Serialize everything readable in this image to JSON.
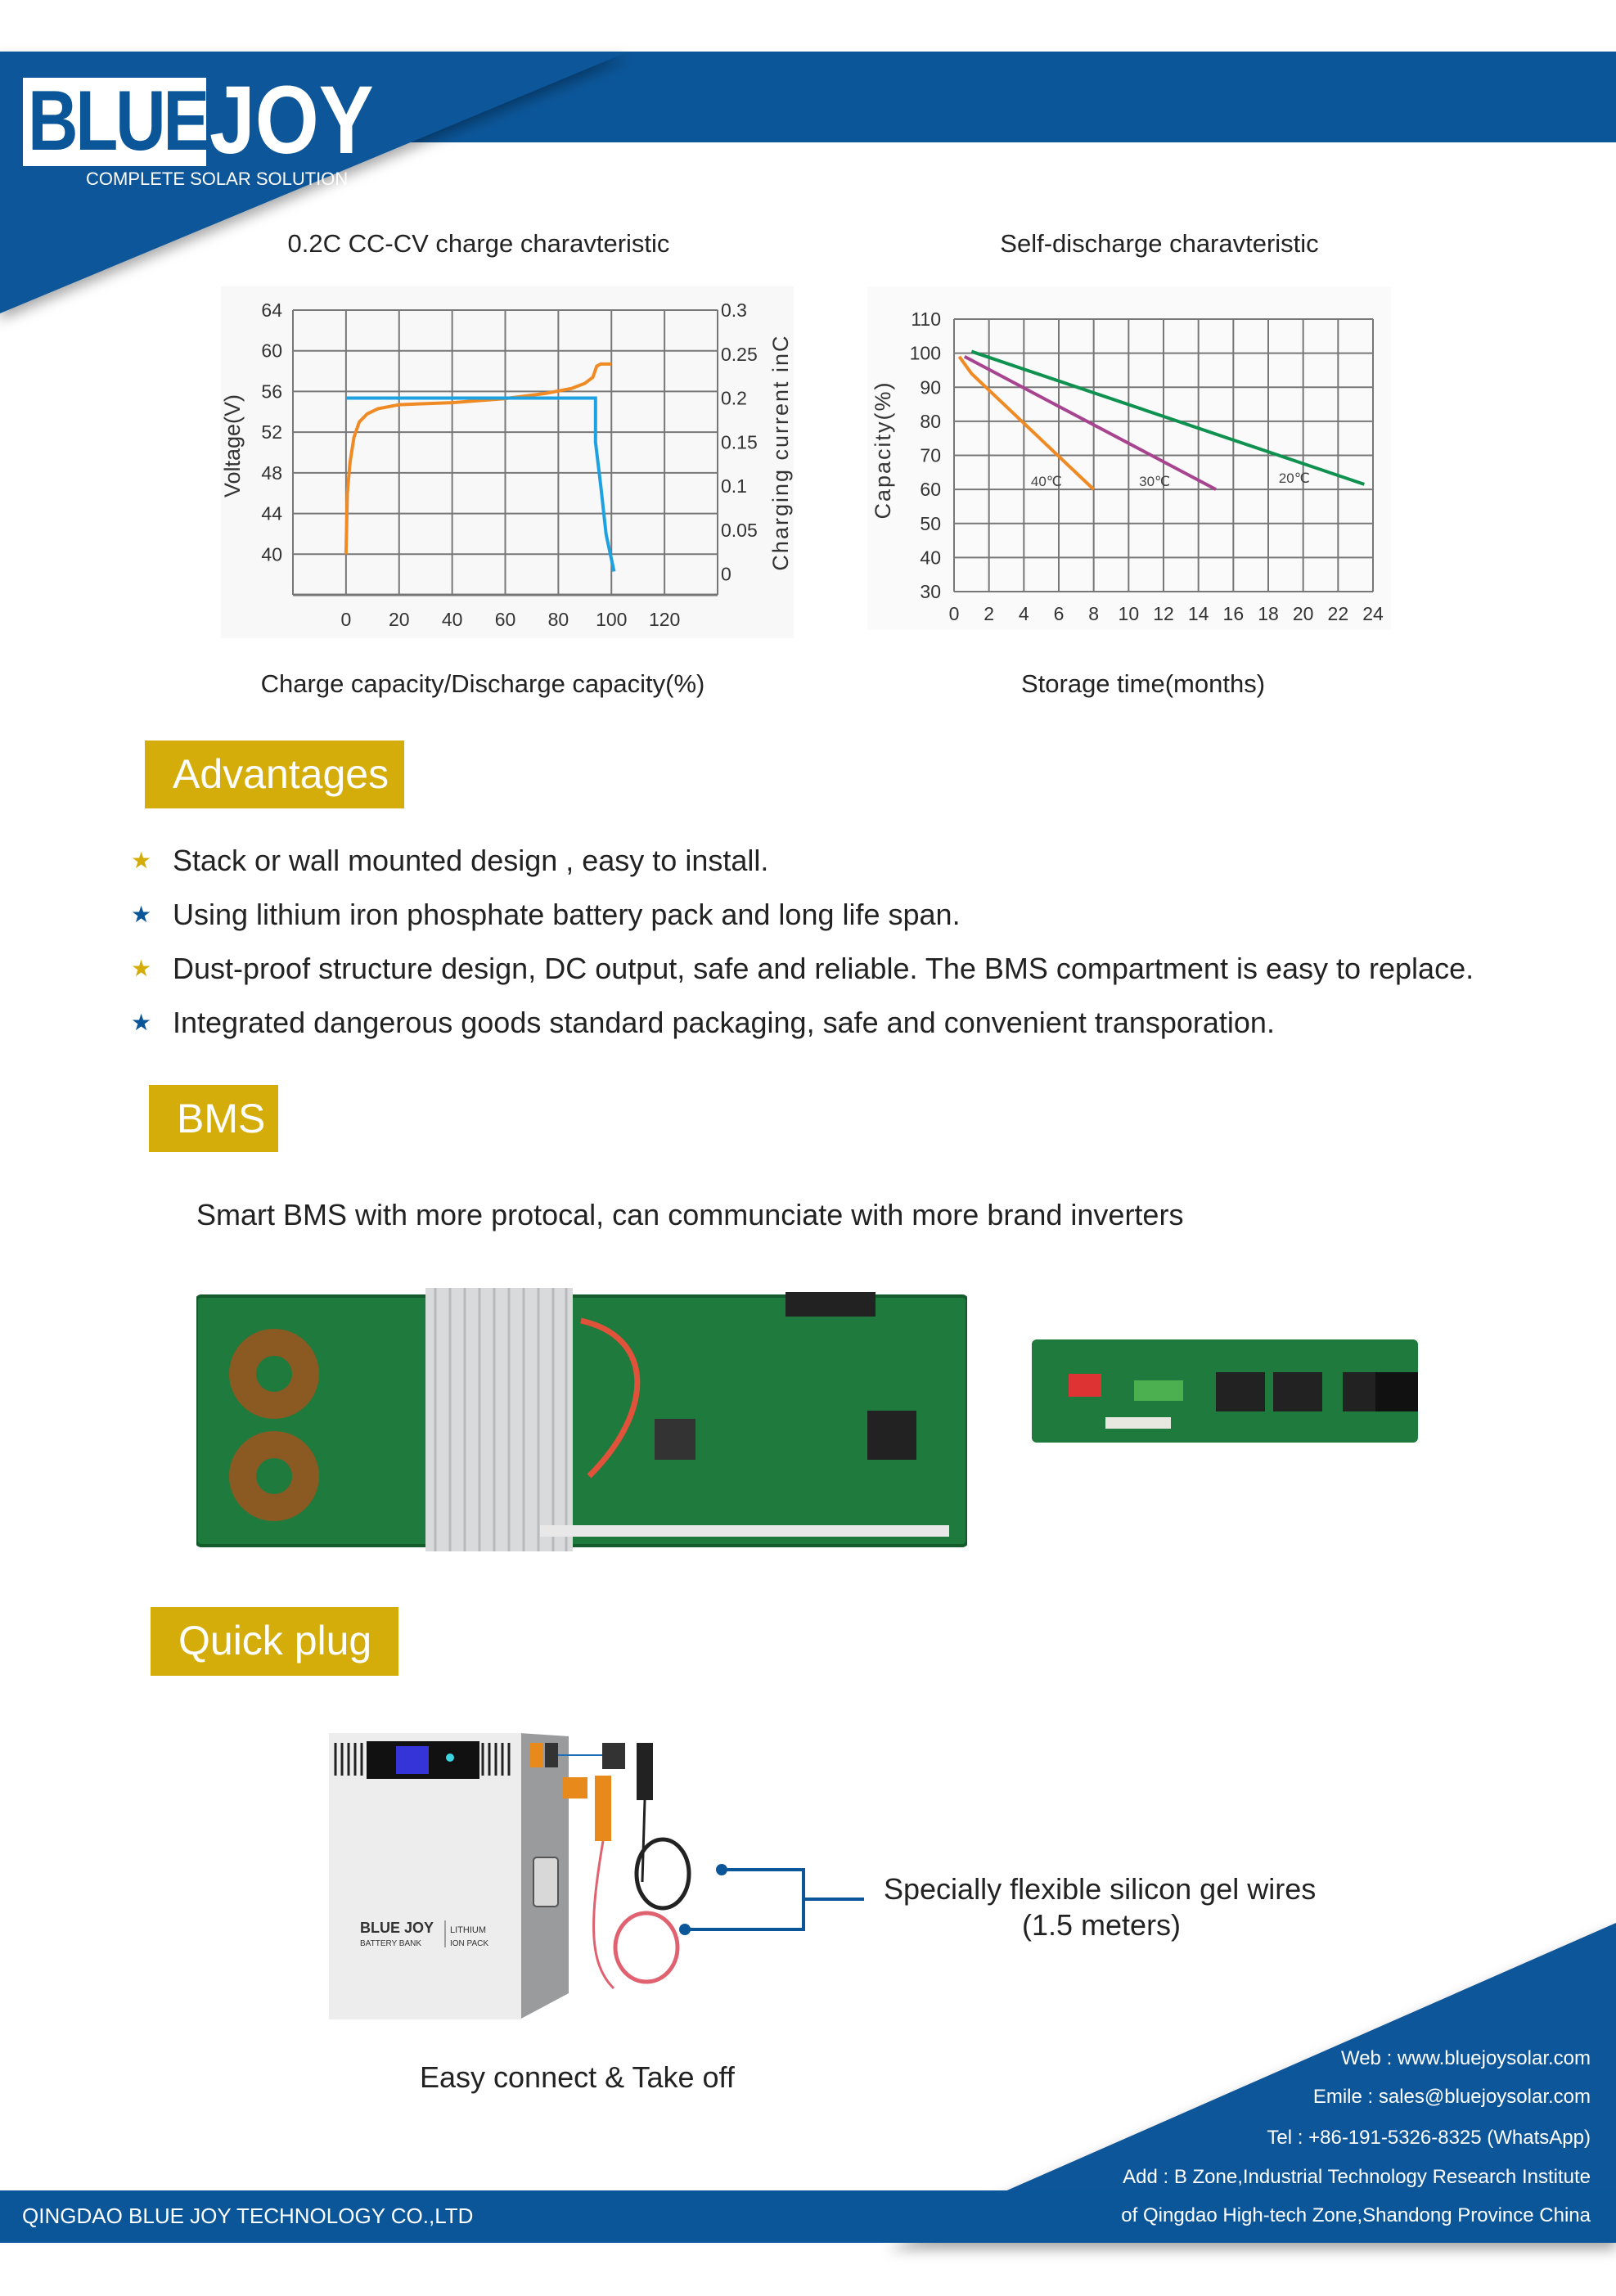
{
  "brand": {
    "name_part1": "BLUE",
    "name_part2": "JOY",
    "tagline": "COMPLETE SOLAR SOLUTION",
    "primary_color": "#0b5699",
    "accent_color": "#d5ad0a"
  },
  "chart_data": [
    {
      "type": "line",
      "title": "0.2C CC-CV charge charavteristic",
      "xlabel": "Charge capacity/Discharge capacity(%)",
      "ylabel": "Voltage(V)",
      "y2label": "Charging current inC",
      "x_ticks": [
        "0",
        "20",
        "40",
        "60",
        "80",
        "100",
        "120"
      ],
      "y_ticks": [
        "64",
        "60",
        "56",
        "52",
        "48",
        "44",
        "40"
      ],
      "y2_ticks": [
        "0.3",
        "0.25",
        "0.2",
        "0.15",
        "0.1",
        "0.05",
        "0"
      ],
      "xlim": [
        -20,
        140
      ],
      "ylim": [
        36,
        64
      ],
      "y2lim": [
        -0.0236,
        0.3
      ],
      "grid": true,
      "series": [
        {
          "name": "Voltage",
          "axis": "left",
          "color": "#f08a24",
          "points": [
            [
              0,
              40
            ],
            [
              0.5,
              46
            ],
            [
              1.5,
              49
            ],
            [
              3,
              51.5
            ],
            [
              5,
              53
            ],
            [
              8,
              53.8
            ],
            [
              12,
              54.3
            ],
            [
              20,
              54.7
            ],
            [
              40,
              54.9
            ],
            [
              60,
              55.3
            ],
            [
              75,
              55.8
            ],
            [
              85,
              56.3
            ],
            [
              90,
              56.8
            ],
            [
              93,
              57.4
            ],
            [
              94.5,
              58.5
            ],
            [
              96,
              58.7
            ],
            [
              100,
              58.7
            ]
          ]
        },
        {
          "name": "Charging current",
          "axis": "right",
          "color": "#1ea1e0",
          "points": [
            [
              0,
              0.2
            ],
            [
              94,
              0.2
            ],
            [
              94,
              0.15
            ],
            [
              96,
              0.1
            ],
            [
              98,
              0.045
            ],
            [
              101,
              0.003
            ]
          ]
        }
      ]
    },
    {
      "type": "line",
      "title": "Self-discharge charavteristic",
      "xlabel": "Storage time(months)",
      "ylabel": "Capacity(%)",
      "x_ticks": [
        "0",
        "2",
        "4",
        "6",
        "8",
        "10",
        "12",
        "14",
        "16",
        "18",
        "20",
        "22",
        "24"
      ],
      "y_ticks": [
        "110",
        "100",
        "90",
        "80",
        "70",
        "60",
        "50",
        "40",
        "30"
      ],
      "xlim": [
        0,
        24
      ],
      "ylim": [
        30,
        110
      ],
      "grid": true,
      "series": [
        {
          "name": "40℃",
          "color": "#f08a24",
          "points": [
            [
              0.3,
              99
            ],
            [
              1,
              94
            ],
            [
              8,
              60
            ]
          ],
          "label_at": [
            4.4,
            61
          ]
        },
        {
          "name": "30℃",
          "color": "#a8448f",
          "points": [
            [
              0.6,
              99
            ],
            [
              15,
              60
            ]
          ],
          "label_at": [
            10.6,
            61
          ]
        },
        {
          "name": "20℃",
          "color": "#0f9150",
          "points": [
            [
              1,
              100.5
            ],
            [
              23.5,
              61.5
            ]
          ],
          "label_at": [
            18.6,
            62
          ]
        }
      ]
    }
  ],
  "advantages": {
    "heading": "Advantages",
    "items": [
      {
        "text": "Stack or wall mounted design , easy to install.",
        "star_color": "#d5ad0a"
      },
      {
        "text": "Using lithium iron phosphate battery pack and long life span.",
        "star_color": "#0b5699"
      },
      {
        "text": "Dust-proof structure design, DC output, safe and reliable. The BMS compartment is easy to replace.",
        "star_color": "#d5ad0a"
      },
      {
        "text": "Integrated dangerous goods standard packaging, safe and convenient transporation.",
        "star_color": "#0b5699"
      }
    ]
  },
  "bms": {
    "heading": "BMS",
    "description": "Smart BMS with more protocal, can communciate with more brand inverters"
  },
  "quick_plug": {
    "heading": "Quick plug",
    "wire_label_line1": "Specially flexible silicon gel wires",
    "wire_label_line2": "(1.5 meters)",
    "caption": "Easy connect & Take off",
    "battery_brand": "BLUE JOY",
    "battery_type1": "LITHIUM",
    "battery_sub1": "BATTERY BANK",
    "battery_sub2": "ION PACK"
  },
  "footer": {
    "company": "QINGDAO BLUE JOY TECHNOLOGY CO.,LTD",
    "web": "Web : www.bluejoysolar.com",
    "email": "Emile : sales@bluejoysolar.com",
    "tel": "Tel : +86-191-5326-8325   (WhatsApp)",
    "address_line1": "Add : B Zone,Industrial Technology Research Institute",
    "address_line2": "of Qingdao High-tech Zone,Shandong Province China"
  }
}
